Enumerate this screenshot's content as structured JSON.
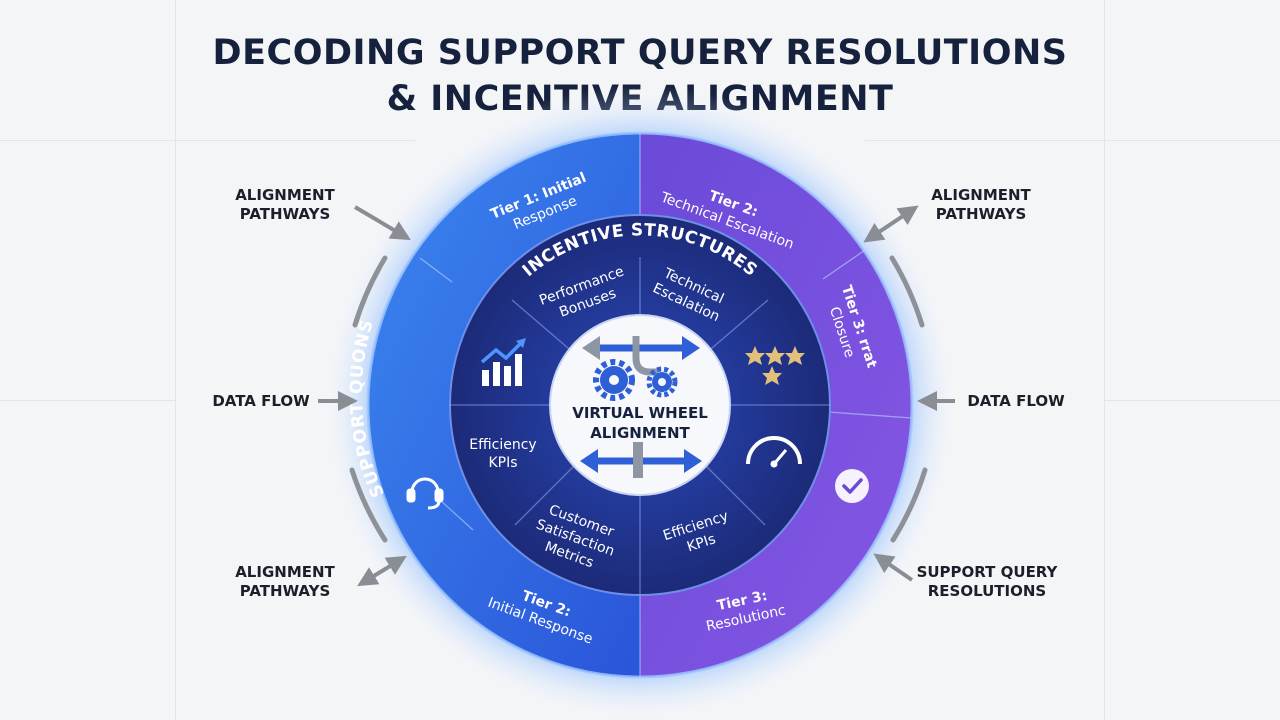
{
  "title": {
    "line1": "DECODING SUPPORT QUERY RESOLUTIONS",
    "line2": "& INCENTIVE ALIGNMENT"
  },
  "left_labels": [
    {
      "line1": "ALIGNMENT",
      "line2": "PATHWAYS"
    },
    {
      "line1": "DATA FLOW",
      "line2": ""
    },
    {
      "line1": "ALIGNMENT",
      "line2": "PATHWAYS"
    }
  ],
  "right_labels": [
    {
      "line1": "ALIGNMENT",
      "line2": "PATHWAYS"
    },
    {
      "line1": "DATA FLOW",
      "line2": ""
    },
    {
      "line1": "SUPPORT QUERY",
      "line2": "RESOLUTIONS"
    }
  ],
  "outer_ring": {
    "left_arc_text": "SUPPORT QUONS",
    "segments": [
      {
        "line1": "Tier 1: Initial",
        "line2": "Response"
      },
      {
        "line1": "Tier 2:",
        "line2": "Technical Escalation"
      },
      {
        "line1": "Tier 3: rrat",
        "line2": "Closure"
      },
      {
        "line1": "Tier 3:",
        "line2": "Resolutionc"
      },
      {
        "line1": "Tier 2:",
        "line2": "Initial Response"
      }
    ]
  },
  "inner_ring": {
    "header": "INCENTIVE STRUCTURES",
    "segments": [
      {
        "line1": "Performance",
        "line2": "Bonuses",
        "line3": ""
      },
      {
        "line1": "Technical",
        "line2": "Escalation",
        "line3": ""
      },
      {
        "line1": "Efficiency",
        "line2": "KPIs",
        "line3": ""
      },
      {
        "line1": "Customer",
        "line2": "Satisfaction",
        "line3": "Metrics"
      },
      {
        "line1": "Efficiency",
        "line2": "KPIs",
        "line3": ""
      }
    ]
  },
  "center": {
    "line1": "VIRTUAL WHEEL",
    "line2": "ALIGNMENT"
  },
  "icons": [
    "bar-chart-icon",
    "stars-icon",
    "gauge-icon",
    "headset-icon",
    "checkmark-icon",
    "gears-icon"
  ],
  "colors": {
    "blue": "#2f6fe6",
    "purple": "#7a4fd9",
    "navy": "#1f2d7a",
    "title": "#16213e"
  }
}
